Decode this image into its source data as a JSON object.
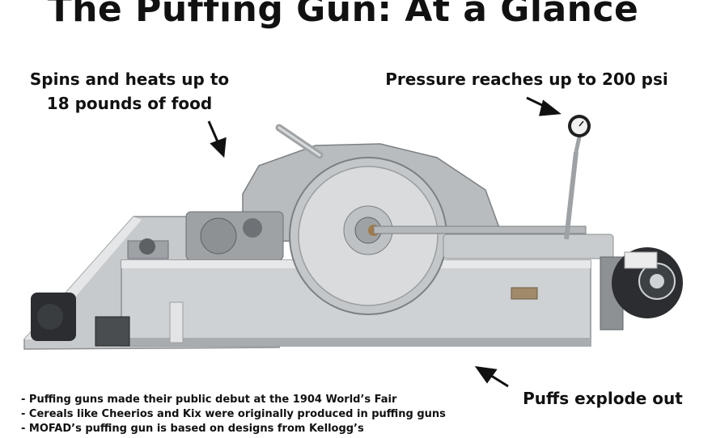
{
  "title": "The Puffing Gun: At a Glance",
  "callouts": {
    "capacity": [
      "Spins and heats up to",
      "18 pounds of food"
    ],
    "pressure": "Pressure reaches up to 200 psi",
    "output": "Puffs explode out"
  },
  "facts": [
    "Puffing guns made their public debut at the 1904 World’s Fair",
    "Cereals like Cheerios and Kix were originally produced in puffing guns",
    "MOFAD’s puffing gun is based on designs from Kellogg’s"
  ],
  "colors": {
    "text": "#111111",
    "metal_light": "#d4d6d7",
    "metal_mid": "#a9adb0",
    "metal_dark": "#6e7276",
    "motor": "#2b2d30"
  }
}
